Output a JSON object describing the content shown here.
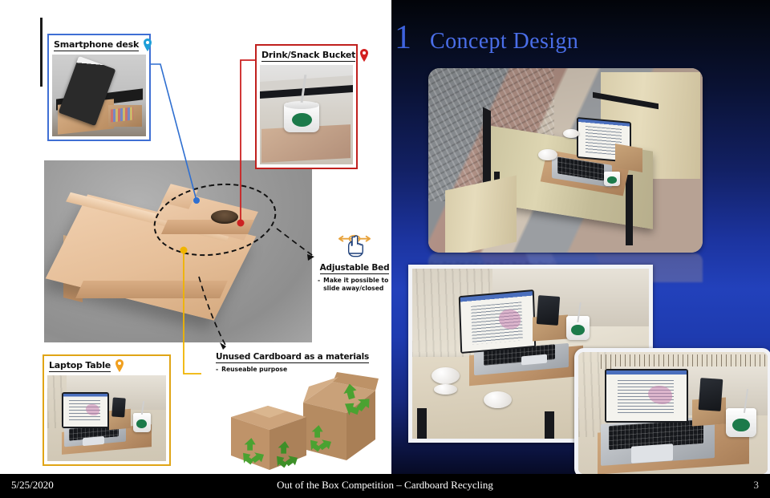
{
  "slide": {
    "title_number": "1",
    "title_text": "Concept Design"
  },
  "footer": {
    "date": "5/25/2020",
    "center": "Out of the Box Competition – Cardboard Recycling",
    "page_number": "3"
  },
  "callouts": [
    {
      "id": "smartphone-desk",
      "label": "Smartphone desk",
      "pin_icon": "location-pin-icon",
      "pin_color": "#1f9fd8",
      "border_color": "#3f6fd4",
      "photo_alt": "Smartphone standing in a cardboard phone slot"
    },
    {
      "id": "drink-snack-bucket",
      "label": "Drink/Snack Bucket",
      "pin_icon": "location-pin-icon",
      "pin_color": "#d32020",
      "border_color": "#c0201e",
      "photo_alt": "Paper coffee cup with lid and straw sitting in a cardboard bucket hole"
    },
    {
      "id": "laptop-table",
      "label": "Laptop Table",
      "pin_icon": "location-pin-icon",
      "pin_color": "#f0a020",
      "border_color": "#e0a516",
      "photo_alt": "Laptop on the cardboard table with phone holder and drink"
    }
  ],
  "notes": [
    {
      "id": "adjustable-bed",
      "icon": "drag-hand-icon",
      "title": "Adjustable Bed",
      "bullet_marker": "-",
      "bullet_line1": "Make it possible to",
      "bullet_line2": "slide away/closed"
    },
    {
      "id": "unused-cardboard",
      "title": "Unused Cardboard as a materials",
      "bullet_marker": "-",
      "bullet_line1": "Reuseable purpose",
      "image_alt": "Two brown cardboard boxes with green recycling symbols"
    }
  ],
  "render": {
    "alt": "3D render of the cardboard laptop desk concept",
    "leader_lines": [
      {
        "name": "smartphone-leader-line",
        "color": "#2f6fd0"
      },
      {
        "name": "drink-leader-line",
        "color": "#cc2222"
      },
      {
        "name": "laptop-leader-line",
        "color": "#f0b400"
      }
    ],
    "highlight_shape": "dashed-ellipse"
  },
  "photos": [
    {
      "id": "outdoor-cafe",
      "alt": "Cardboard laptop desk set up on an outdoor cafe table with bench seating"
    },
    {
      "id": "laptop-wide",
      "alt": "Wide view of laptop on cardboard stand with coffee cup on wooden table"
    },
    {
      "id": "laptop-close",
      "alt": "Close-up of laptop, phone holder and drink bucket on the cardboard stand"
    }
  ],
  "colors": {
    "panel_blue": "#2241bb",
    "panel_dark": "#02040a",
    "title_blue": "#4a6ee8",
    "footer_bg": "#000000",
    "accent_yellow": "#e0a516",
    "accent_red": "#c0201e"
  }
}
